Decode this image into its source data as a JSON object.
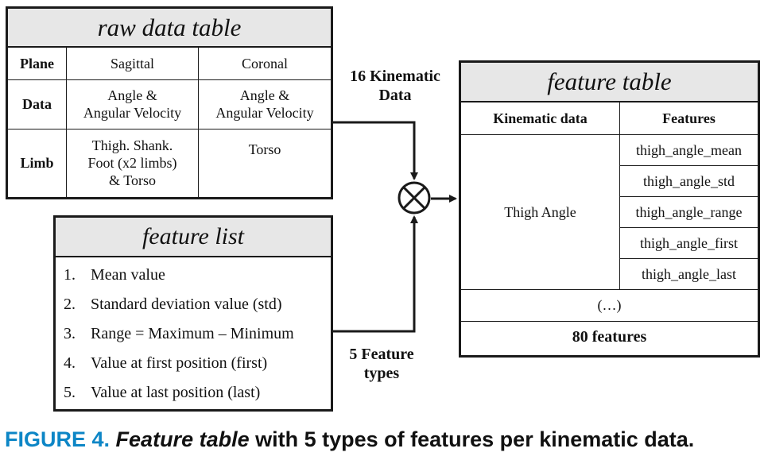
{
  "raw_table": {
    "title": "raw data table",
    "rows": [
      {
        "head": "Plane",
        "col1": "Sagittal",
        "col2": "Coronal"
      },
      {
        "head": "Data",
        "col1": "Angle &\nAngular Velocity",
        "col2": "Angle &\nAngular Velocity"
      },
      {
        "head": "Limb",
        "col1": "Thigh. Shank.\nFoot (x2 limbs)\n& Torso",
        "col2": "Torso"
      }
    ]
  },
  "feature_list": {
    "title": "feature list",
    "items": [
      {
        "num": "1.",
        "text": "Mean value"
      },
      {
        "num": "2.",
        "text": "Standard deviation value (std)"
      },
      {
        "num": "3.",
        "text": "Range = Maximum – Minimum"
      },
      {
        "num": "4.",
        "text": "Value at first position (first)"
      },
      {
        "num": "5.",
        "text": "Value at last position (last)"
      }
    ]
  },
  "labels": {
    "kinematic": "16 Kinematic\nData",
    "feature_types": "5 Feature\ntypes"
  },
  "feature_table": {
    "title": "feature table",
    "col_kinematic": "Kinematic data",
    "col_features": "Features",
    "kinematic_name": "Thigh Angle",
    "features": [
      "thigh_angle_mean",
      "thigh_angle_std",
      "thigh_angle_range",
      "thigh_angle_first",
      "thigh_angle_last"
    ],
    "ellipsis": "(…)",
    "total": "80 features"
  },
  "caption": {
    "figure_label": "FIGURE 4.",
    "italic_part": "Feature table",
    "rest": " with 5 types of features per kinematic data."
  }
}
